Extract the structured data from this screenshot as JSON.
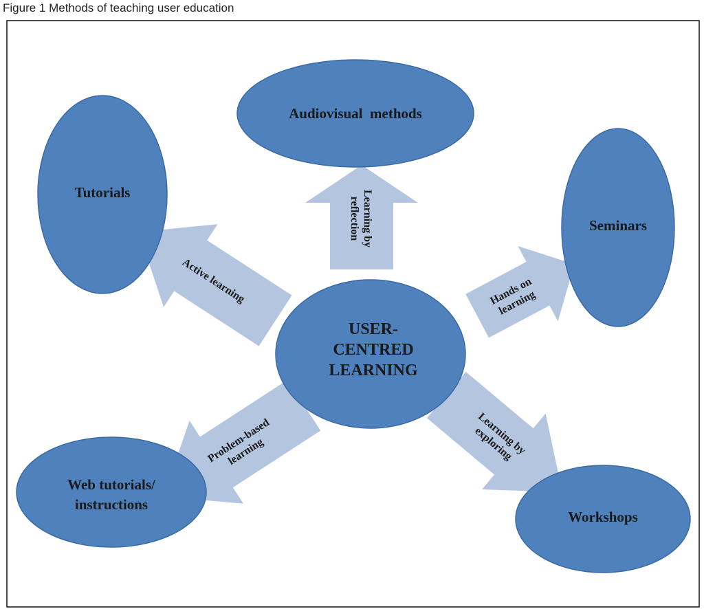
{
  "caption": "Figure 1 Methods of teaching user education",
  "colors": {
    "node_fill": "#4f81bd",
    "node_stroke": "#3a6aa3",
    "arrow_fill": "#b4c5e0",
    "text": "#1a1a1a"
  },
  "center": {
    "lines": [
      "USER-",
      "CENTRED",
      "LEARNING"
    ]
  },
  "nodes": {
    "audiovisual": {
      "lines": [
        "Audiovisual  methods"
      ]
    },
    "tutorials": {
      "lines": [
        "Tutorials"
      ]
    },
    "seminars": {
      "lines": [
        "Seminars"
      ]
    },
    "web": {
      "lines": [
        "Web tutorials/",
        "instructions"
      ]
    },
    "workshops": {
      "lines": [
        "Workshops"
      ]
    }
  },
  "arrows": {
    "reflection": {
      "lines": [
        "Learning by",
        "reflection"
      ]
    },
    "active": {
      "lines": [
        "Active learning"
      ]
    },
    "hands_on": {
      "lines": [
        "Hands on",
        "learning"
      ]
    },
    "problem": {
      "lines": [
        "Problem-based",
        "learning"
      ]
    },
    "exploring": {
      "lines": [
        "Learning by",
        "exploring"
      ]
    }
  }
}
